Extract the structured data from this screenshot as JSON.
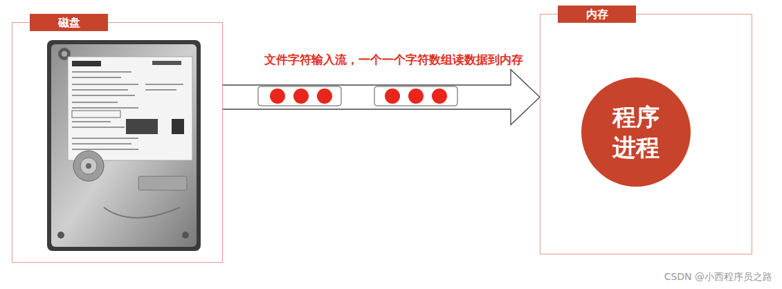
{
  "diagram": {
    "nodes": [
      {
        "text": [
          "磁盘"
        ]
      },
      {
        "text": [
          "内存"
        ]
      },
      {
        "text": [
          "程序 进程"
        ],
        "in": 1
      }
    ],
    "edges": [
      {
        "from": 0,
        "to": 1,
        "arrow": "to",
        "label": "文件字符输入流，一个一个字符数组读数据到内存"
      }
    ],
    "labels": [
      "CSDN @小西程序员之路"
    ]
  }
}
